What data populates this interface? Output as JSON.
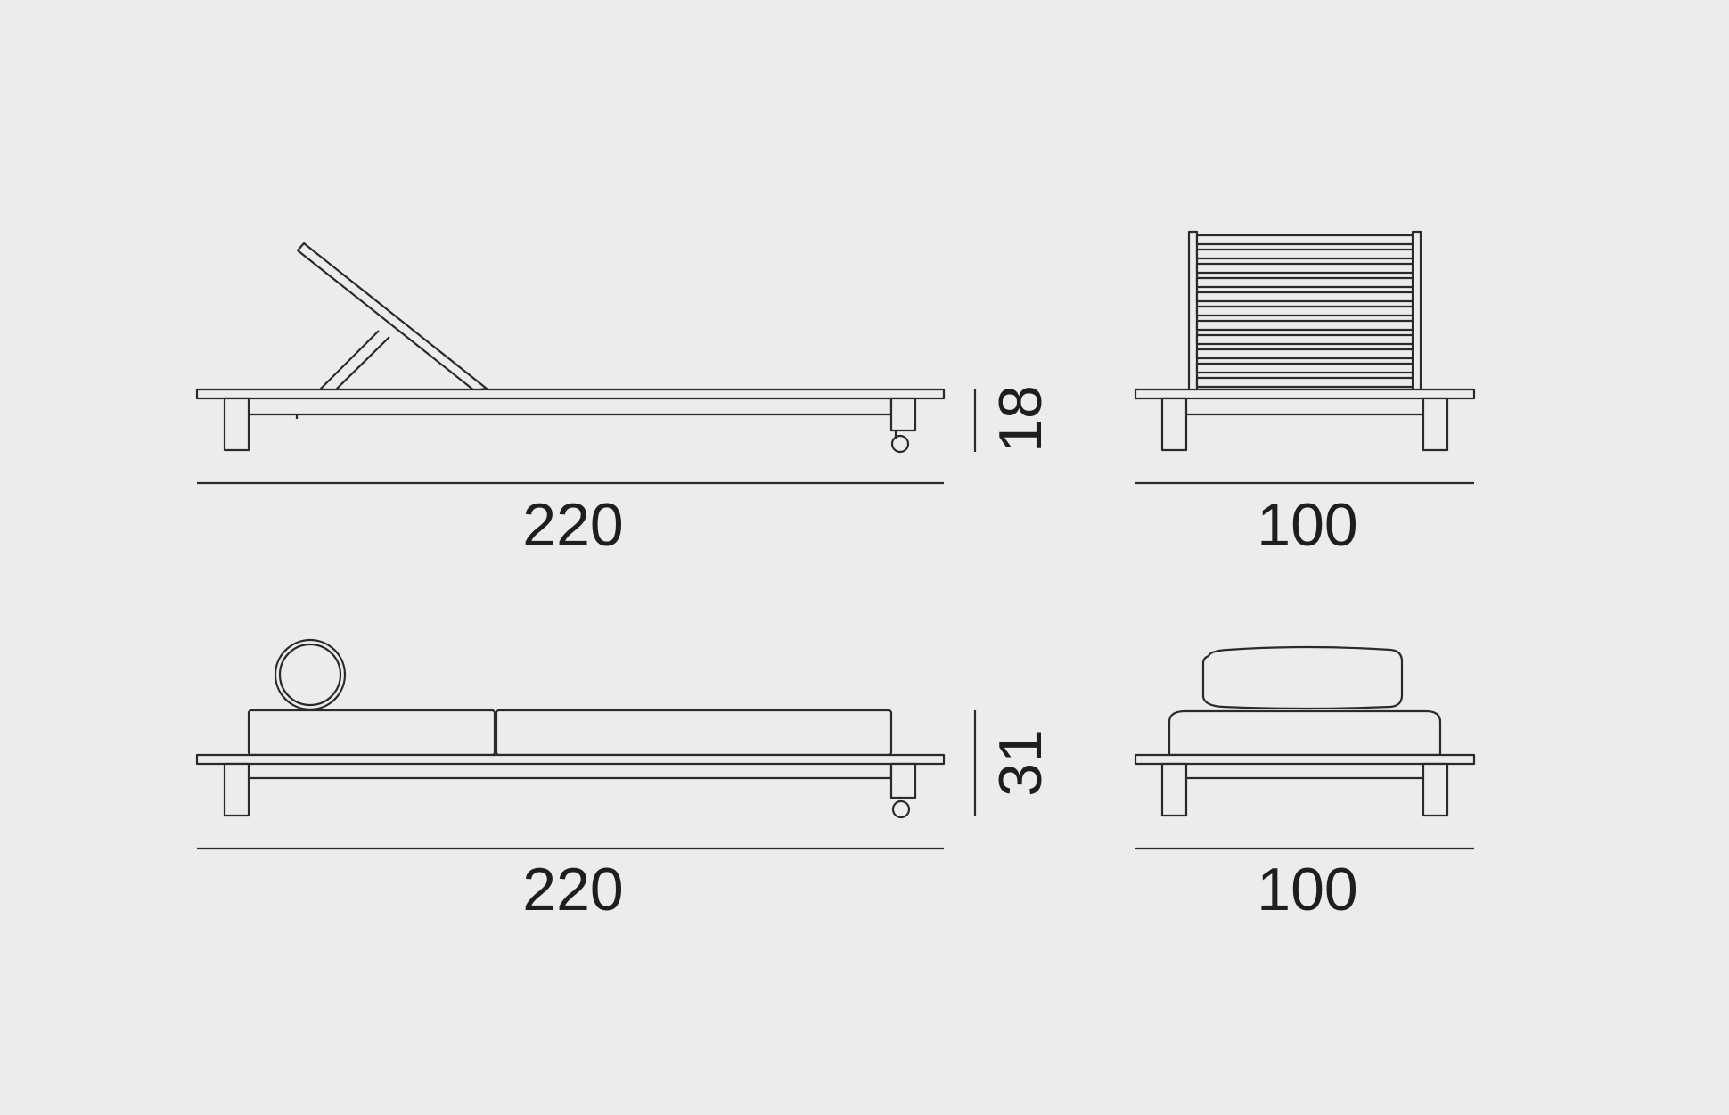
{
  "colors": {
    "background": "#ececeb",
    "line": "#2a2a2a",
    "text": "#1e1e1e"
  },
  "views": {
    "lounger_side": {
      "width_label": "220",
      "height_label": "18"
    },
    "lounger_front": {
      "width_label": "100"
    },
    "daybed_side": {
      "width_label": "220",
      "height_label": "31"
    },
    "daybed_front": {
      "width_label": "100"
    }
  }
}
